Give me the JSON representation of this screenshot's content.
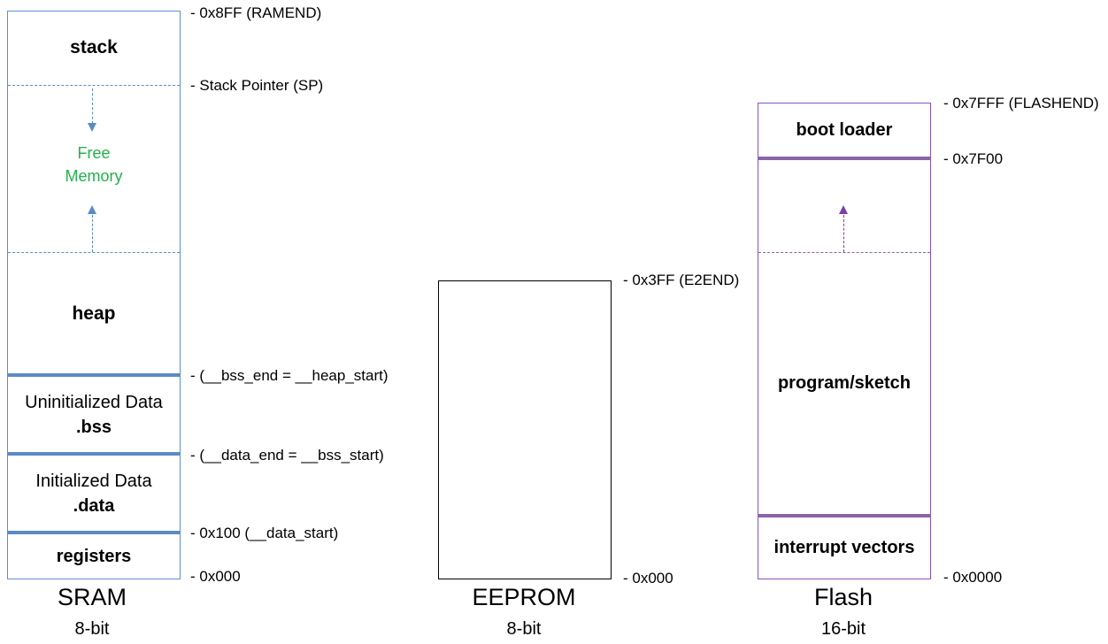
{
  "colors": {
    "sram_border": "#5b8fd0",
    "sram_separator": "#5b8bc5",
    "free_memory": "#22b34b",
    "flash_border": "#8e4ec6",
    "flash_separator": "#8a63a8",
    "eeprom_border": "#000000"
  },
  "sram": {
    "title": "SRAM",
    "bits": "8-bit",
    "regions": {
      "stack": "stack",
      "free_memory_line1": "Free",
      "free_memory_line2": "Memory",
      "heap": "heap",
      "bss_line1": "Uninitialized Data",
      "bss_line2": ".bss",
      "data_line1": "Initialized Data",
      "data_line2": ".data",
      "registers": "registers"
    },
    "addresses": {
      "ramend": "- 0x8FF (RAMEND)",
      "sp": "- Stack Pointer (SP)",
      "bss_end": "- (__bss_end = __heap_start)",
      "data_end": "- (__data_end = __bss_start)",
      "data_start": "- 0x100 (__data_start)",
      "zero": "- 0x000"
    }
  },
  "eeprom": {
    "title": "EEPROM",
    "bits": "8-bit",
    "addresses": {
      "e2end": "- 0x3FF (E2END)",
      "zero": "- 0x000"
    }
  },
  "flash": {
    "title": "Flash",
    "bits": "16-bit",
    "regions": {
      "boot_loader": "boot loader",
      "program": "program/sketch",
      "interrupt_vectors": "interrupt vectors"
    },
    "addresses": {
      "flashend": "- 0x7FFF (FLASHEND)",
      "boot_start": "- 0x7F00",
      "zero": "- 0x0000"
    }
  }
}
